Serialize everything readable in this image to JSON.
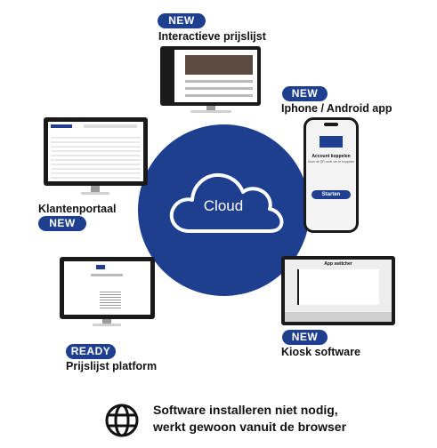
{
  "center": {
    "label": "Cloud"
  },
  "items": {
    "prijslijst_interactief": {
      "badge": "NEW",
      "title": "Interactieve prijslijst"
    },
    "app": {
      "badge": "NEW",
      "title": "Iphone / Android app",
      "screen_heading": "Account koppelen",
      "screen_sub": "Scan de QR code om te koppelen",
      "button": "Starten"
    },
    "klantenportaal": {
      "badge": "NEW",
      "title": "Klantenportaal"
    },
    "prijslijst_platform": {
      "badge": "READY",
      "title": "Prijslijst platform"
    },
    "kiosk": {
      "badge": "NEW",
      "title": "Kiosk software",
      "screen_heading": "App switcher"
    }
  },
  "footer": {
    "line1": "Software installeren niet nodig,",
    "line2": "werkt gewoon vanuit de browser"
  },
  "colors": {
    "brand_blue": "#1e3f8f"
  }
}
